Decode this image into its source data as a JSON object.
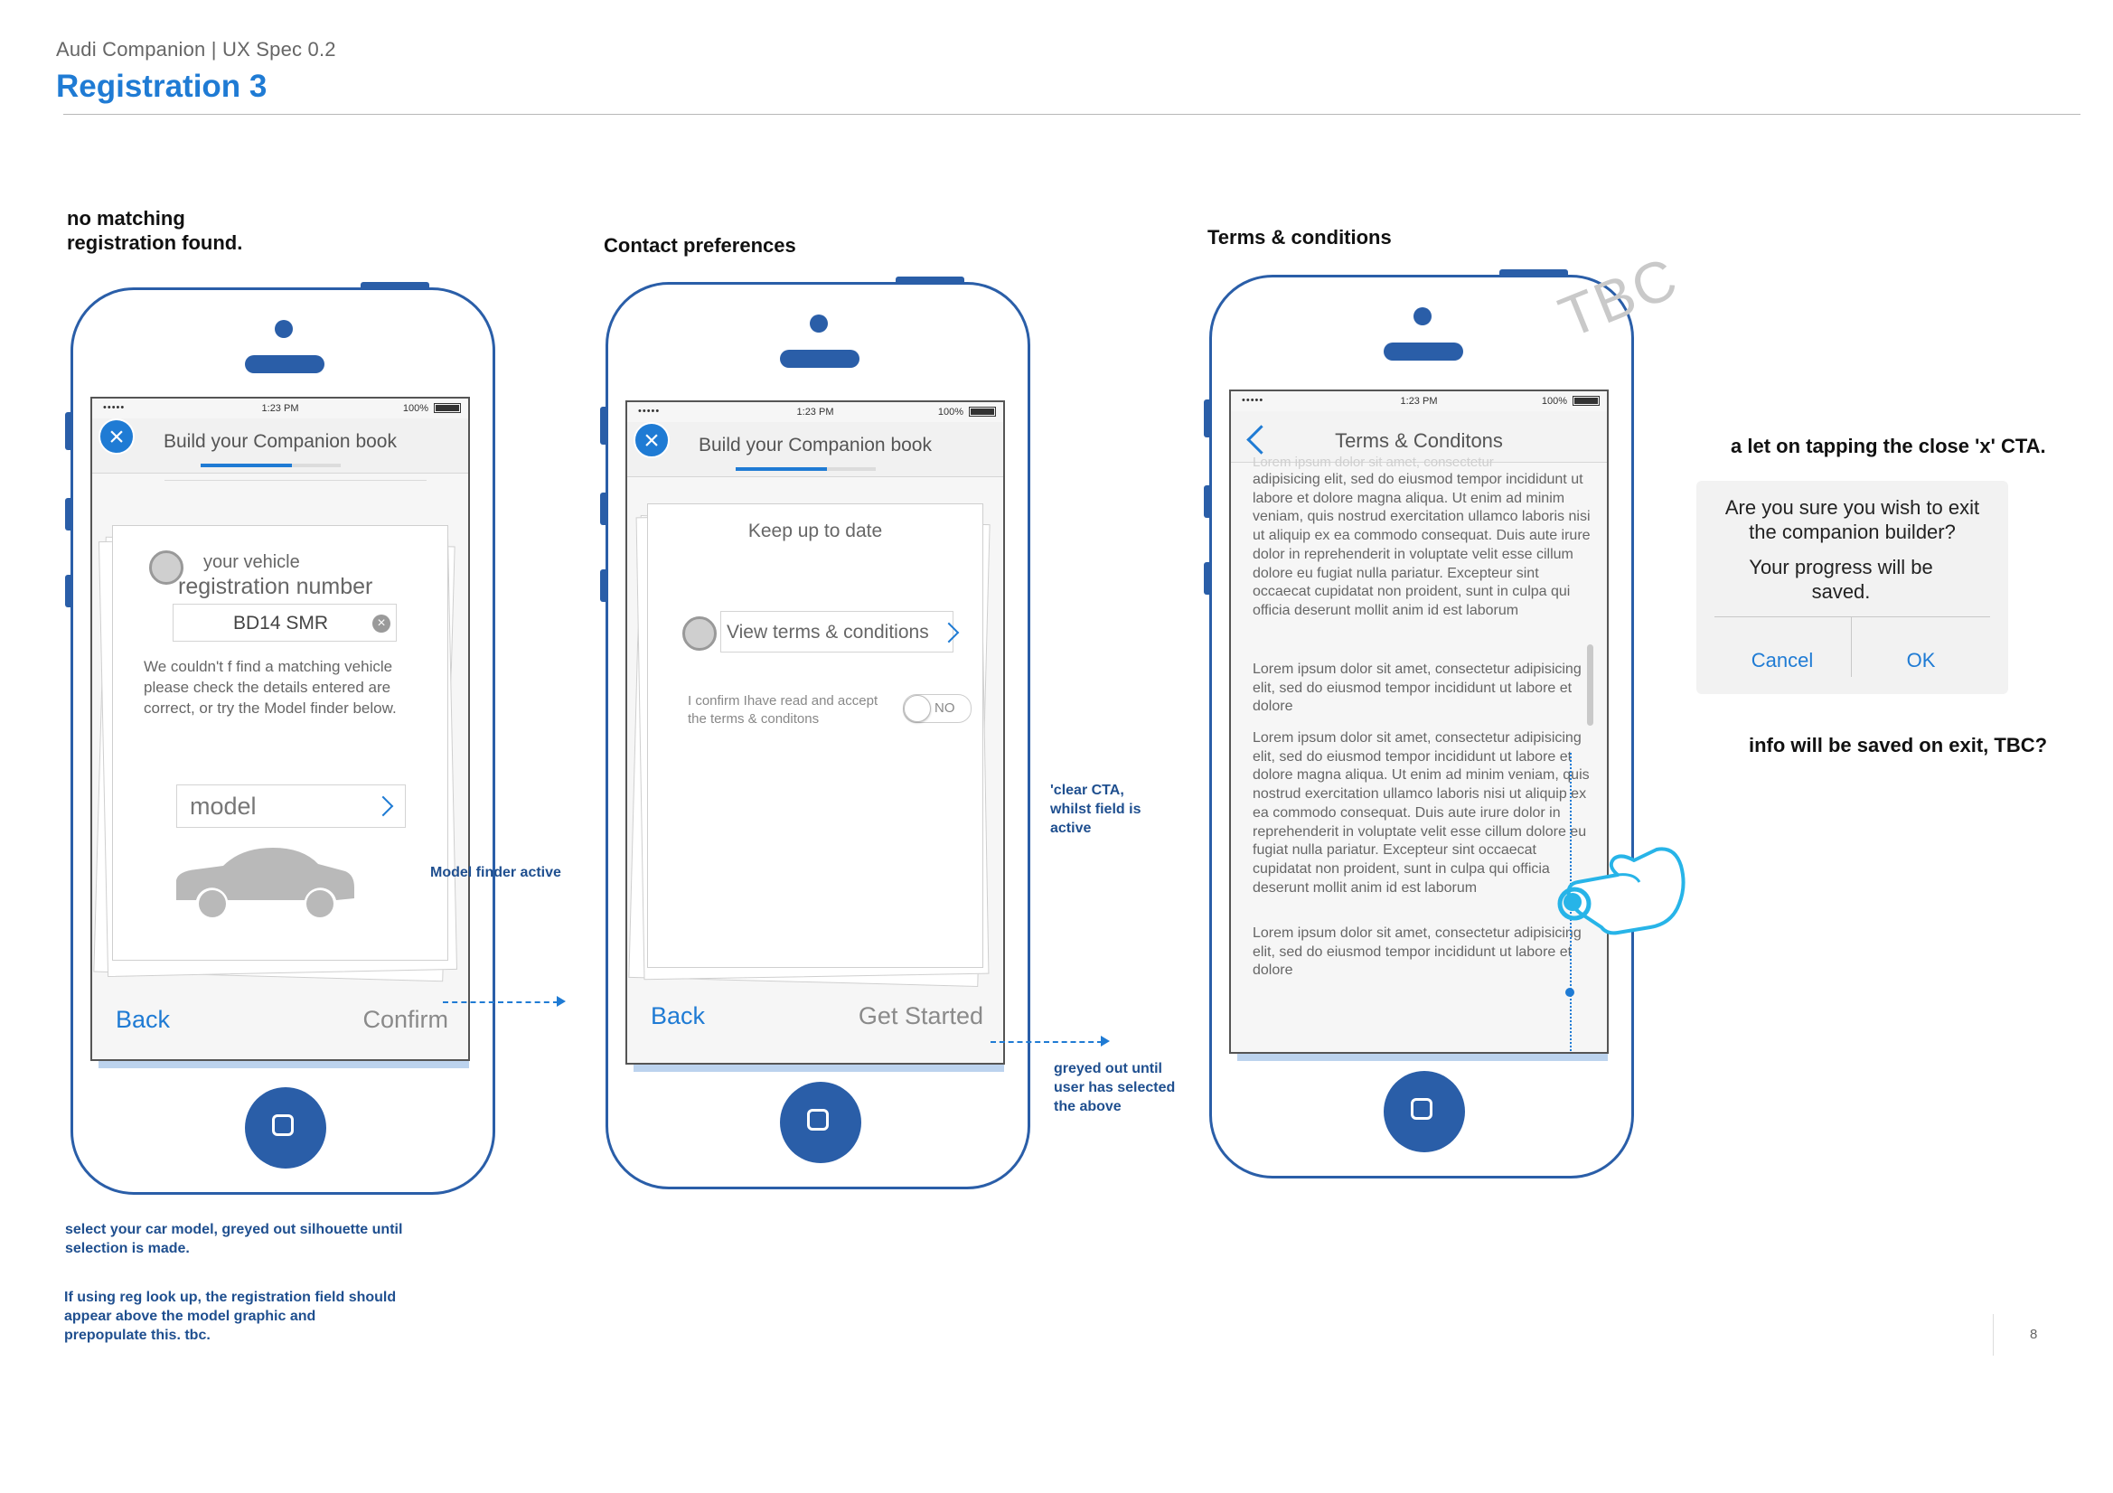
{
  "header": {
    "subtitle": "Audi Companion |  UX Spec 0.2",
    "title": "Registration 3",
    "page_number": "8"
  },
  "sections": {
    "s1": "no matching\nregistration found.",
    "s2": "Contact preferences",
    "s3": "Terms & conditions"
  },
  "status": {
    "dots": "•••••",
    "time": "1:23 PM",
    "battery": "100%"
  },
  "screen1": {
    "title": "Build your Companion book",
    "label_line1": "your vehicle",
    "label_line2": "registration number",
    "reg_value": "BD14  SMR",
    "message": "We couldn't f find a matching vehicle please check the details entered are correct, or try the Model finder below.",
    "model_placeholder": "model",
    "back": "Back",
    "confirm": "Confirm",
    "progress": 0.65
  },
  "screen2": {
    "title": "Build your Companion book",
    "heading": "Keep up to date",
    "terms_link": "View terms & conditions",
    "confirm_text": "I confirm Ihave read and accept the terms & conditons",
    "toggle_label": "NO",
    "back": "Back",
    "get_started": "Get Started",
    "progress": 0.65
  },
  "screen3": {
    "title": "Terms & Conditons",
    "faded_top": "Lorem ipsum dolor sit amet, consectetur",
    "para1": "adipisicing elit, sed do eiusmod tempor incididunt ut labore et dolore magna aliqua. Ut enim ad minim veniam, quis nostrud exercitation ullamco laboris nisi ut aliquip ex ea commodo consequat. Duis aute irure dolor in reprehenderit in voluptate velit esse cillum dolore eu fugiat nulla pariatur. Excepteur sint occaecat cupidatat non proident, sunt in culpa qui officia deserunt mollit anim id est laborum",
    "para2": "Lorem ipsum dolor sit amet, consectetur adipisicing elit, sed do eiusmod tempor incididunt ut labore et dolore",
    "para3": "Lorem ipsum dolor sit amet, consectetur adipisicing elit, sed do eiusmod tempor incididunt ut labore et dolore magna aliqua. Ut enim ad minim veniam, quis nostrud exercitation ullamco laboris nisi ut aliquip ex ea commodo consequat. Duis aute irure dolor in reprehenderit in voluptate velit esse cillum dolore eu fugiat nulla pariatur. Excepteur sint occaecat cupidatat non proident, sunt in culpa qui officia deserunt mollit anim id est laborum",
    "para4": "Lorem ipsum dolor sit amet, consectetur adipisicing elit, sed do eiusmod tempor incididunt ut labore et dolore"
  },
  "tbc_stamp": "TBC",
  "dialog": {
    "message1": "Are you sure you wish to exit the companion builder?",
    "message2": "Your progress will be saved.",
    "cancel": "Cancel",
    "ok": "OK"
  },
  "notes": {
    "model_finder": "Model finder active",
    "clear_cta": "'clear CTA,\nwhilst field is\nactive",
    "greyed_out": "greyed out until\nuser has selected\nthe above",
    "alert_title": "a let on tapping the close 'x' CTA.",
    "info_saved": "info will be saved on exit, TBC?",
    "select_model": "select your car model, greyed out silhouette until\nselection is made.",
    "reg_lookup": "If using reg look up, the registration field should\nappear above the model graphic and\nprepopulate this. tbc."
  },
  "colors": {
    "accent": "#1f7bd4",
    "phone": "#2a5ea8",
    "note": "#1f4f8f"
  }
}
